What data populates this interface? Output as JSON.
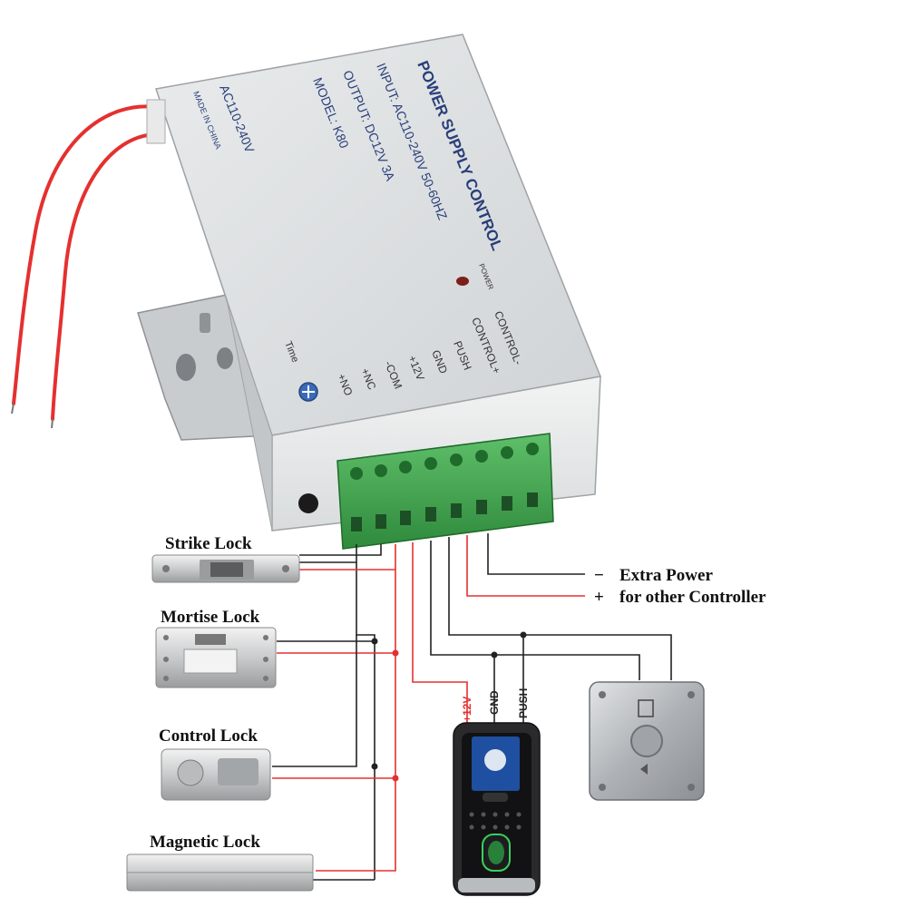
{
  "device": {
    "title": "POWER SUPPLY CONTROL",
    "input": "INPUT: AC110-240V  50-60HZ",
    "output": "OUTPUT: DC12V  3A",
    "model": "MODEL: K80",
    "voltage": "AC110-240V",
    "origin": "MADE IN CHINA",
    "power_led_label": "POWER",
    "time_label": "Time",
    "terminals": [
      "CONTROL-",
      "CONTROL+",
      "PUSH",
      "GND",
      "+12V",
      "-COM",
      "+NC",
      "+NO"
    ]
  },
  "locks": {
    "strike": "Strike Lock",
    "mortise": "Mortise Lock",
    "control": "Control Lock",
    "magnetic": "Magnetic Lock"
  },
  "extra_power": {
    "minus_sign": "−",
    "minus_label": "Extra Power",
    "plus_sign": "+",
    "plus_label": "for other Controller"
  },
  "reader_wires": {
    "plus12v": "+12V",
    "gnd": "GND",
    "push": "PUSH"
  },
  "colors": {
    "wire_red": "#e53030",
    "wire_black": "#222222",
    "terminal_green": "#3a9a4a",
    "box_grey": "#dcdfe0"
  }
}
